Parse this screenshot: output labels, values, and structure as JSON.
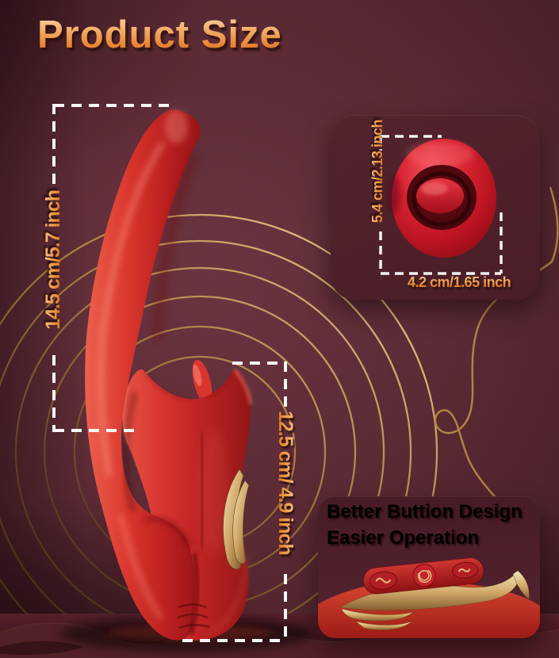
{
  "title": "Product Size",
  "labels": {
    "shaft": "14.5 cm/5.7 inch",
    "body": "12.5 cm/ 4.9 inch",
    "head_height": "5.4 cm/2.13 inch",
    "head_width": "4.2 cm/1.65 inch"
  },
  "callout": {
    "line1": "Better Buttion Design",
    "line2": "Easier Operation"
  },
  "colors": {
    "background": "#5c2b35",
    "accent_orange": "#eb9a44",
    "gold": "#c9a158",
    "product_red": "#c82424",
    "dash_white": "#ffffff"
  }
}
